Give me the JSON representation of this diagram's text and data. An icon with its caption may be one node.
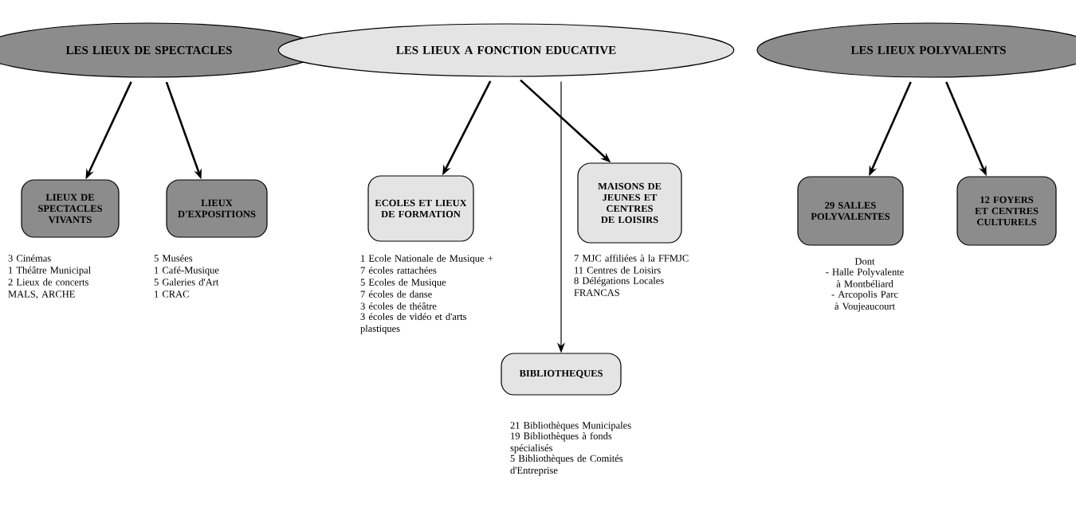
{
  "diagram": {
    "nodes": [
      {
        "text": [
          "LES LIEUX DE SPECTACLES"
        ]
      },
      {
        "text": [
          "LES LIEUX A FONCTION EDUCATIVE"
        ]
      },
      {
        "text": [
          "LES LIEUX POLYVALENTS"
        ]
      },
      {
        "text": [
          "LIEUX DE SPECTACLES VIVANTS"
        ],
        "beside": [
          "3 Cinémas",
          "1 Théâtre Municipal",
          "2 Lieux de concerts",
          "MALS, ARCHE"
        ]
      },
      {
        "text": [
          "LIEUX D'EXPOSITIONS"
        ],
        "beside": [
          "5 Musées",
          "1 Café-Musique",
          "5 Galeries d'Art",
          "1 CRAC"
        ]
      },
      {
        "text": [
          "ECOLES ET LIEUX DE FORMATION"
        ],
        "beside": [
          "1 Ecole Nationale de Musique + 7 écoles rattachées",
          "5 Ecoles de Musique",
          "7 écoles de danse",
          "3 écoles de théâtre",
          "3 écoles de vidéo et d'arts plastiques"
        ]
      },
      {
        "text": [
          "MAISONS DE JEUNES ET CENTRES DE LOISIRS"
        ],
        "beside": [
          "7 MJC affiliées à la FFMJC",
          "11 Centres de Loisirs",
          "8 Délégations Locales FRANCAS"
        ]
      },
      {
        "text": [
          "BIBLIOTHEQUES"
        ],
        "beside": [
          "21 Bibliothèques Municipales",
          "19 Bibliothèques à fonds spécialisés",
          "5 Bibliothèques de Comités d'Entreprise"
        ]
      },
      {
        "text": [
          "29 SALLES POLYVALENTES"
        ],
        "beside": [
          "Dont",
          "- Halle Polyvalente à Montbéliard",
          "- Arcopolis Parc à Voujeaucourt"
        ]
      },
      {
        "text": [
          "12 FOYERS ET CENTRES CULTURELS"
        ]
      }
    ],
    "edges": [
      {
        "from": 0,
        "to": 3,
        "arrow": "to"
      },
      {
        "from": 0,
        "to": 4,
        "arrow": "to"
      },
      {
        "from": 1,
        "to": 5,
        "arrow": "to"
      },
      {
        "from": 1,
        "to": 7,
        "arrow": "to"
      },
      {
        "from": 1,
        "to": 6,
        "arrow": "to"
      },
      {
        "from": 2,
        "to": 8,
        "arrow": "to"
      },
      {
        "from": 2,
        "to": 9,
        "arrow": "to"
      }
    ]
  }
}
